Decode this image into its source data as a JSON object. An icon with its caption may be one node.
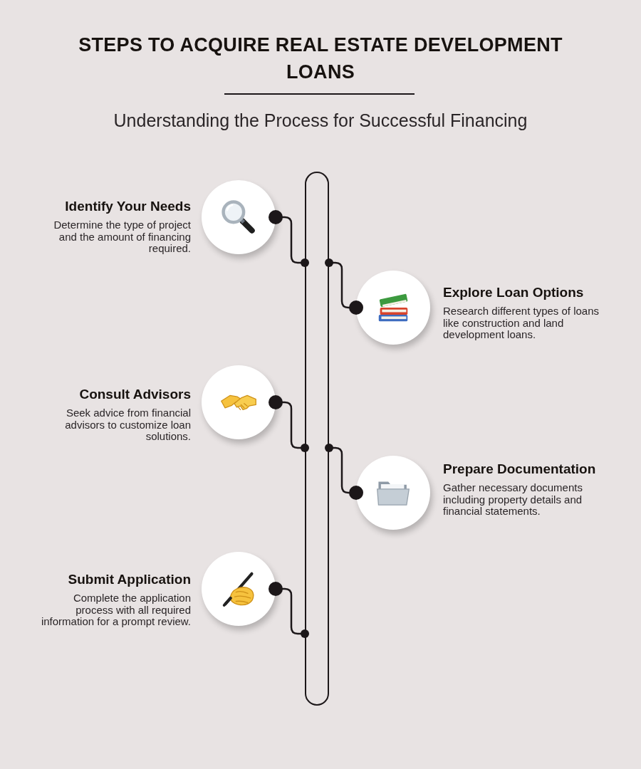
{
  "diagram": {
    "title": "STEPS TO ACQUIRE REAL ESTATE DEVELOPMENT LOANS",
    "nodes": [
      {
        "text": [
          "Identify Your Needs",
          "Determine the type of project and the amount of financing required."
        ]
      },
      {
        "text": [
          "Explore Loan Options",
          "Research different types of loans like construction and land development loans."
        ]
      },
      {
        "text": [
          "Consult Advisors",
          "Seek advice from financial advisors to customize loan solutions."
        ]
      },
      {
        "text": [
          "Prepare Documentation",
          "Gather necessary documents including property details and financial statements."
        ]
      },
      {
        "text": [
          "Submit Application",
          "Complete the application process with all required information for a prompt review."
        ]
      },
      {
        "text": [],
        "shape": "capsule"
      }
    ],
    "edges": [
      {
        "from": 0,
        "to": 5,
        "arrow": "other"
      },
      {
        "from": 1,
        "to": 5,
        "arrow": "other"
      },
      {
        "from": 2,
        "to": 5,
        "arrow": "other"
      },
      {
        "from": 3,
        "to": 5,
        "arrow": "other"
      },
      {
        "from": 4,
        "to": 5,
        "arrow": "other"
      }
    ],
    "labels": [
      "Understanding the Process for Successful Financing"
    ]
  }
}
